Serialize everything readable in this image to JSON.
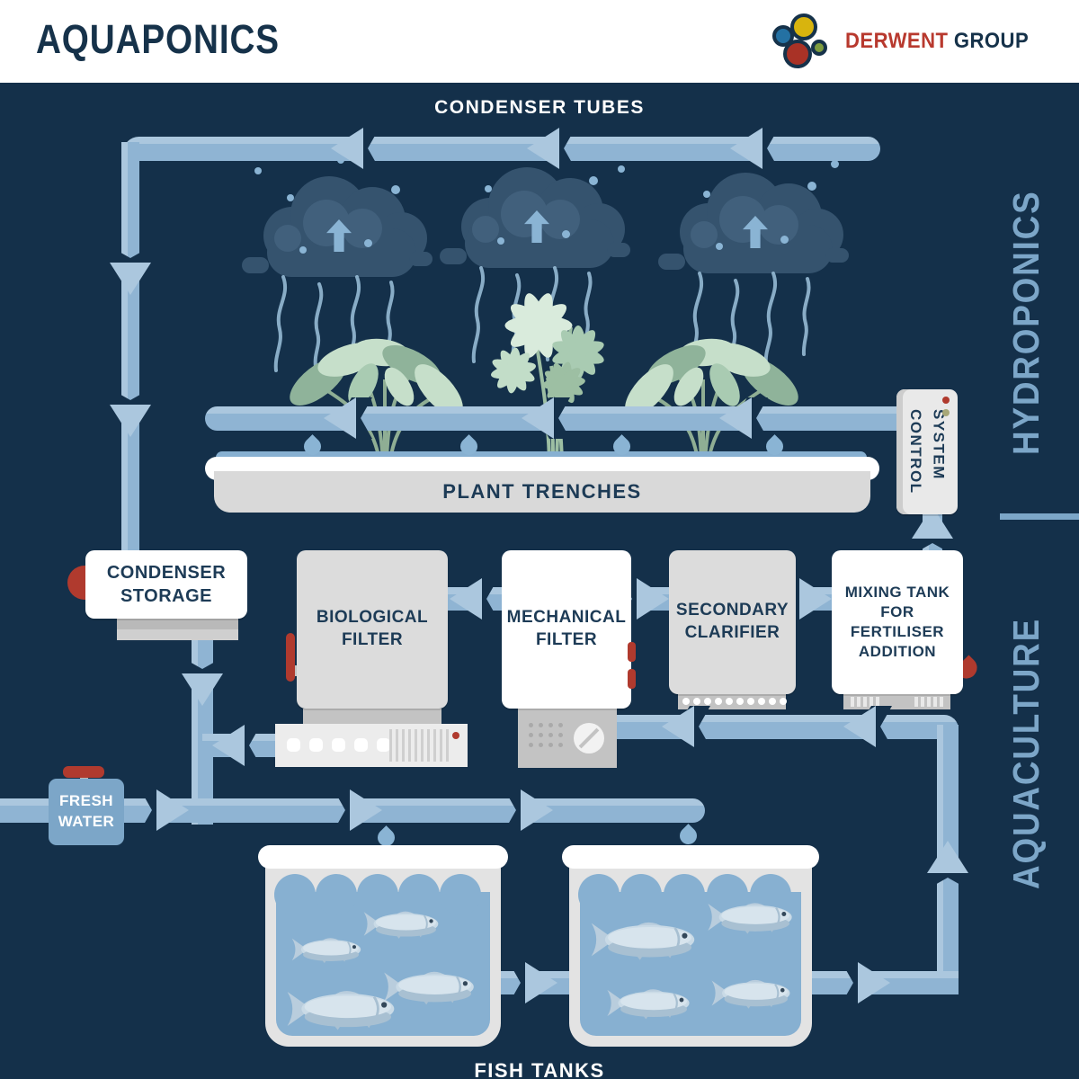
{
  "header": {
    "title": "AQUAPONICS",
    "brand_primary": "DERWENT",
    "brand_secondary": "GROUP"
  },
  "side_labels": {
    "hydroponics": "HYDROPONICS",
    "aquaculture": "AQUACULTURE"
  },
  "diagram": {
    "condenser_tubes_label": "CONDENSER TUBES",
    "plant_trenches_label": "PLANT TRENCHES",
    "control_system_label": "CONTROL\nSYSTEM",
    "fresh_water_label": "FRESH\nWATER",
    "fish_tanks_label": "FISH TANKS",
    "boxes": {
      "condenser_storage": "CONDENSER\nSTORAGE",
      "biological_filter": "BIOLOGICAL\nFILTER",
      "mechanical_filter": "MECHANICAL\nFILTER",
      "secondary_clarifier": "SECONDARY\nCLARIFIER",
      "mixing_tank": "MIXING TANK\nFOR FERTILISER\nADDITION"
    }
  },
  "colors": {
    "bg": "#14304a",
    "header-bg": "#ffffff",
    "title": "#16324a",
    "text-navy": "#1d3b56",
    "pipe": "#8fb4d3",
    "pipe-light": "#abc7de",
    "side": "#7ca6c8",
    "red": "#b03a2e",
    "brand-red": "#b8392e",
    "gray-box": "#dcdcdc",
    "machine": "#ececec",
    "water": "#87b0d1",
    "tank": "#e3e3e3",
    "cloud": "#35536e",
    "cloud-light": "#41607c",
    "dot": "#8ab4d4",
    "steam": "#9dc2dc",
    "logo-yellow": "#d8b40e",
    "logo-blue": "#2471a3",
    "logo-red": "#a93226",
    "logo-green": "#7d9c3f",
    "led-olive": "#a8a878"
  }
}
